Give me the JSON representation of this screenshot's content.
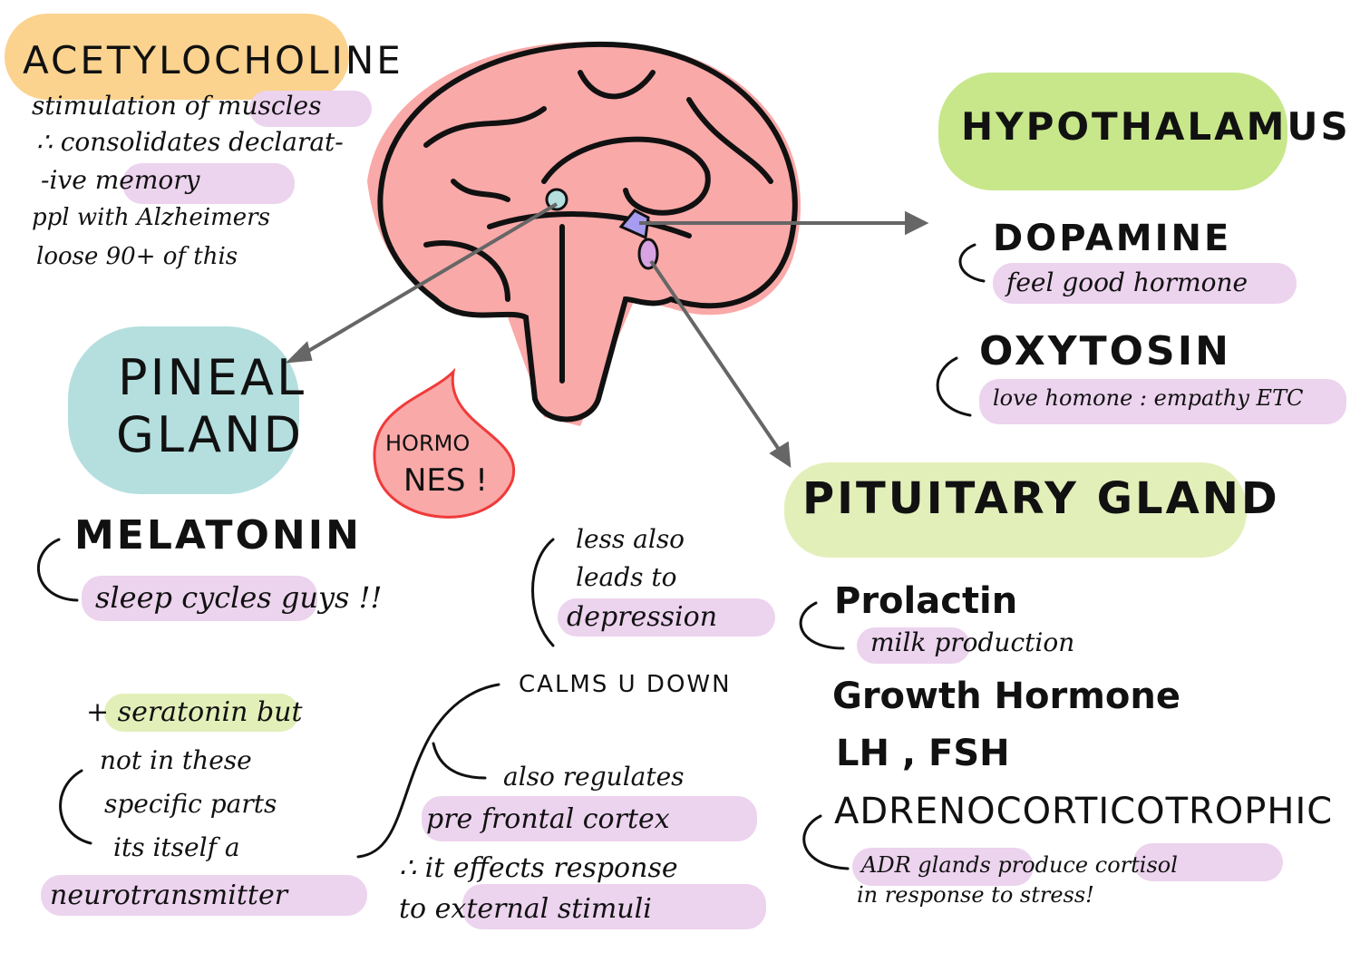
{
  "colors": {
    "orange": "#fbd38f",
    "green": "#c7e78a",
    "teal": "#b5dfdf",
    "lightgreen": "#e3efb9",
    "pink": "#f9a9a8",
    "lilac": "#ecd3ee",
    "red": "#f03a3a"
  },
  "acetylcholine": {
    "title": "ACETYLOCHOLINE",
    "lines": [
      "stimulation of muscles",
      "∴ consolidates declarat-",
      "-ive memory",
      "ppl with Alzheimers",
      "loose 90+ of this"
    ]
  },
  "hypothalamus": {
    "title": "HYPOTHALAMUS",
    "dopamine": "DOPAMINE",
    "dopamine_note": "feel good hormone",
    "oxytocin": "OXYTOSIN",
    "oxytocin_note": "love homone : empathy ETC"
  },
  "pineal": {
    "title_1": "PINEAL",
    "title_2": "GLAND",
    "melatonin": "MELATONIN",
    "melatonin_note": "sleep cycles guys !!"
  },
  "hormones_badge": {
    "line1": "HORMO",
    "line2": "NES !"
  },
  "depression": [
    "less also",
    "leads to",
    "depression"
  ],
  "serotonin": [
    "+ seratonin but",
    "not in these",
    "specific parts",
    "its itself a",
    "neurotransmitter"
  ],
  "calms": "CALMS U DOWN",
  "regulates": [
    "also regulates",
    "pre frontal cortex",
    "∴ it effects response",
    "to external stimuli"
  ],
  "pituitary": {
    "title": "PITUITARY GLAND",
    "prolactin": "Prolactin",
    "prolactin_note": "milk production",
    "growth": "Growth Hormone",
    "lh": "LH , FSH",
    "acth": "ADRENOCORTICOTROPHIC",
    "acth_note_1": "ADR glands produce cortisol",
    "acth_note_2": "in response to stress!"
  }
}
